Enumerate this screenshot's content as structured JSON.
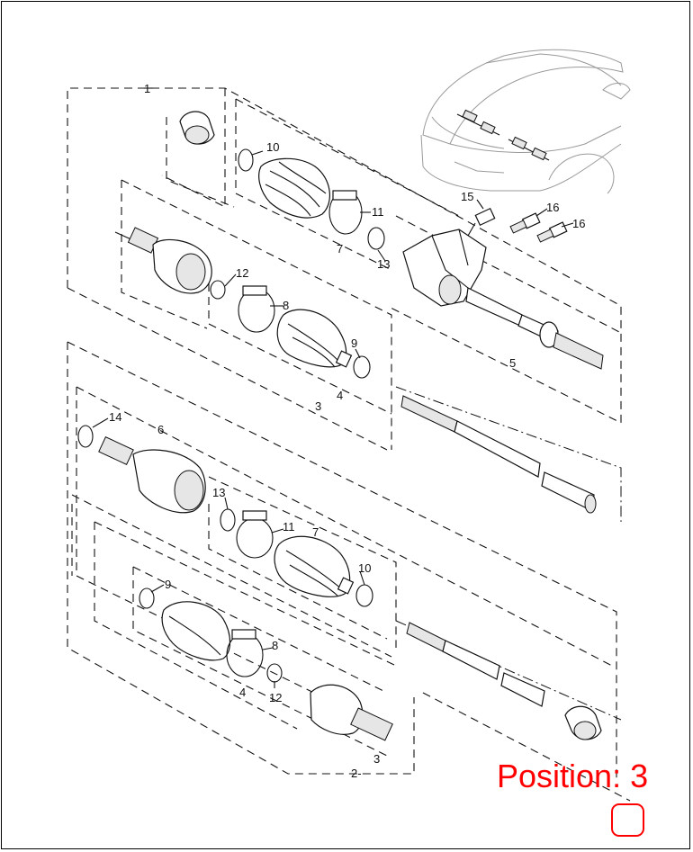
{
  "callouts": {
    "c1": "1",
    "c2": "2-",
    "c3a": "3",
    "c3b": "3",
    "c4a": "4",
    "c4b": "4",
    "c5": "5",
    "c6": "6",
    "c7a": "7",
    "c7b": "7",
    "c8a": "8",
    "c8b": "8",
    "c9a": "9",
    "c9b": "9",
    "c10a": "10",
    "c10b": "10",
    "c11a": "11",
    "c11b": "11",
    "c12a": "12",
    "c12b": "12",
    "c13a": "13",
    "c13b": "13",
    "c14": "14",
    "c15": "15",
    "c16a": "16",
    "c16b": "16"
  },
  "position_label": "Position: 3",
  "colors": {
    "position_label": "#ff0000",
    "lines": "#111111",
    "car_outline": "#9a9a9a"
  }
}
